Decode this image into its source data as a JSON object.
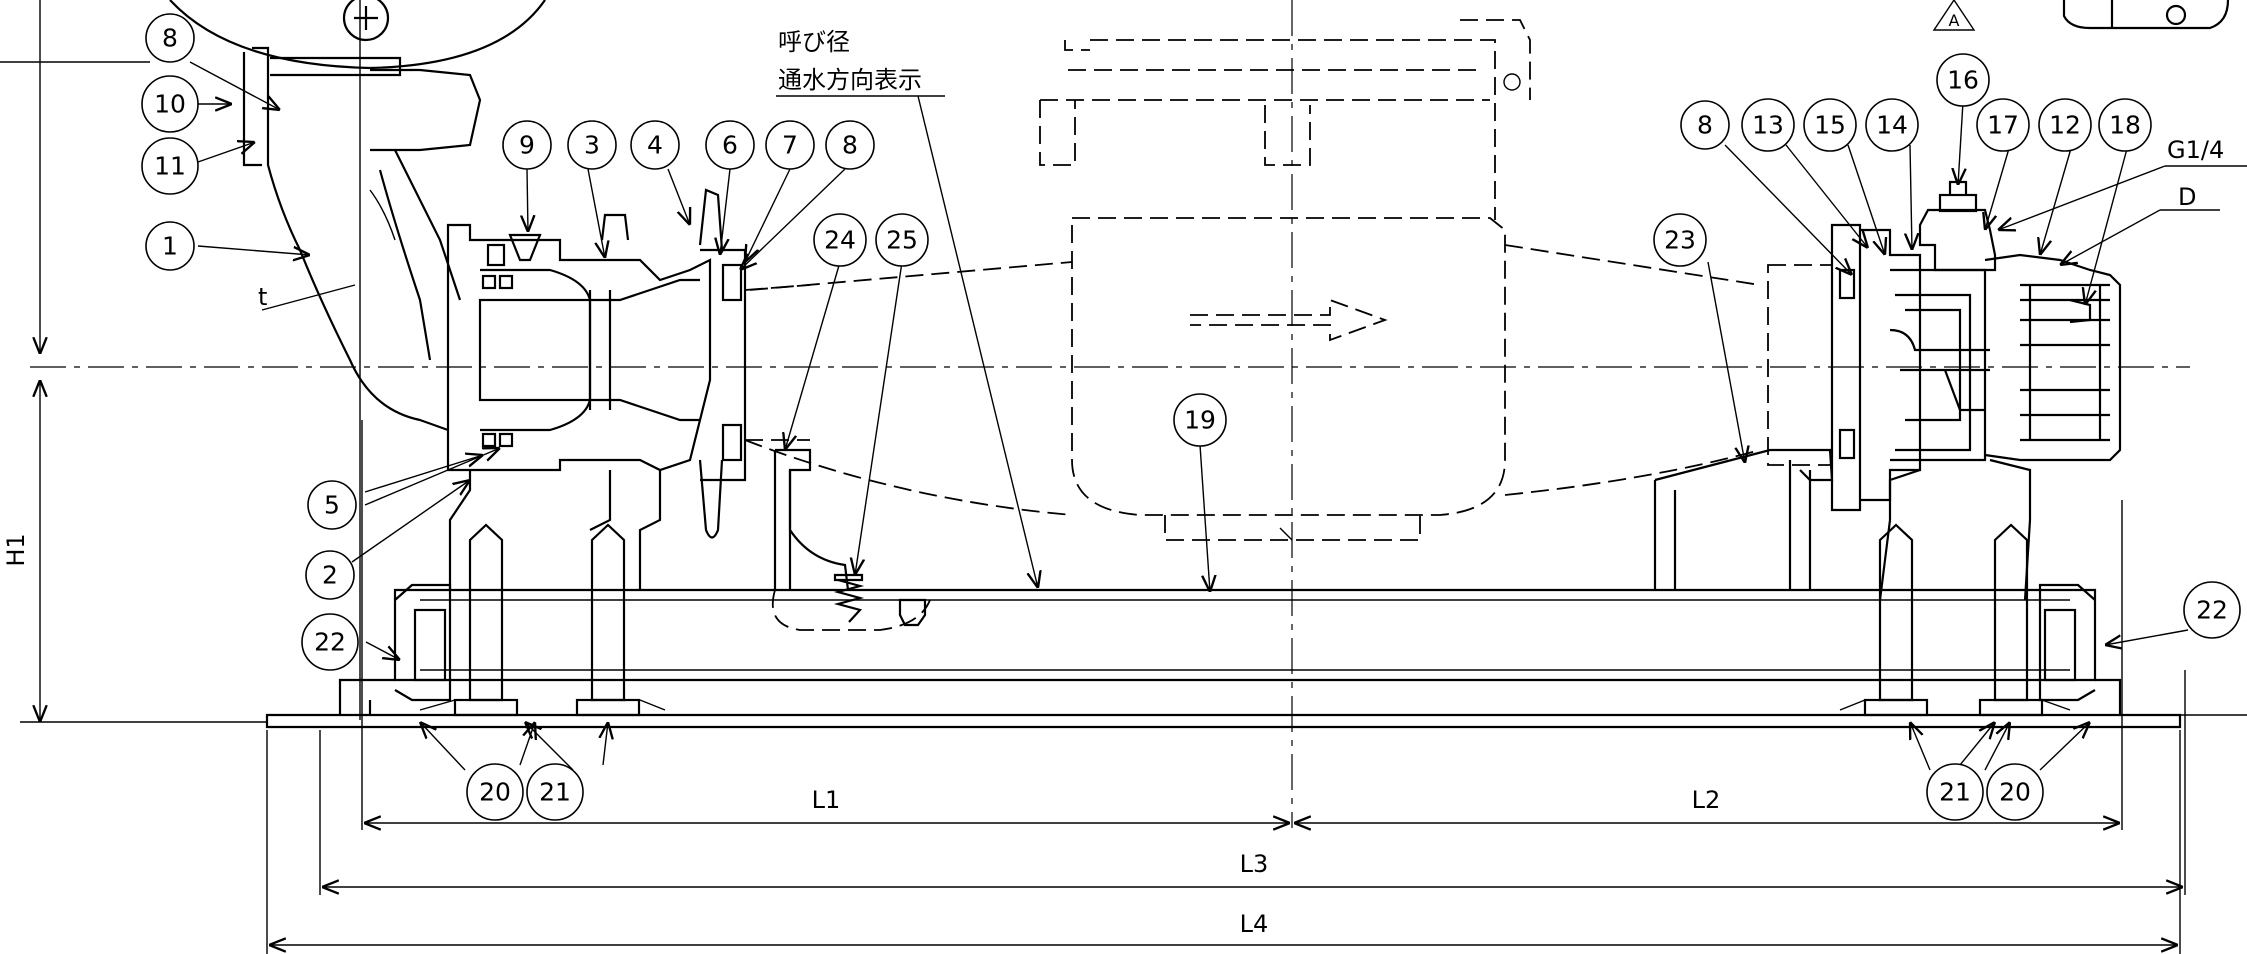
{
  "title_note": {
    "line1": "呼び径",
    "line2": "通水方向表示"
  },
  "labels": {
    "g14": "G1/4",
    "d": "D",
    "t": "t",
    "h1": "H1",
    "a": "A"
  },
  "dimensions": {
    "l1": "L1",
    "l2": "L2",
    "l3": "L3",
    "l4": "L4"
  },
  "bubbles": {
    "b8_top": "8",
    "b10": "10",
    "b11": "11",
    "b1": "1",
    "b9": "9",
    "b3": "3",
    "b4": "4",
    "b6": "6",
    "b7": "7",
    "b8_mid": "8",
    "b24": "24",
    "b25": "25",
    "b5": "5",
    "b2": "2",
    "b22_left": "22",
    "b20_left": "20",
    "b21_left": "21",
    "b19": "19",
    "b8_right": "8",
    "b13": "13",
    "b15": "15",
    "b14": "14",
    "b16": "16",
    "b17": "17",
    "b12": "12",
    "b18": "18",
    "b23": "23",
    "b22_right": "22",
    "b21_right": "21",
    "b20_right": "20"
  }
}
